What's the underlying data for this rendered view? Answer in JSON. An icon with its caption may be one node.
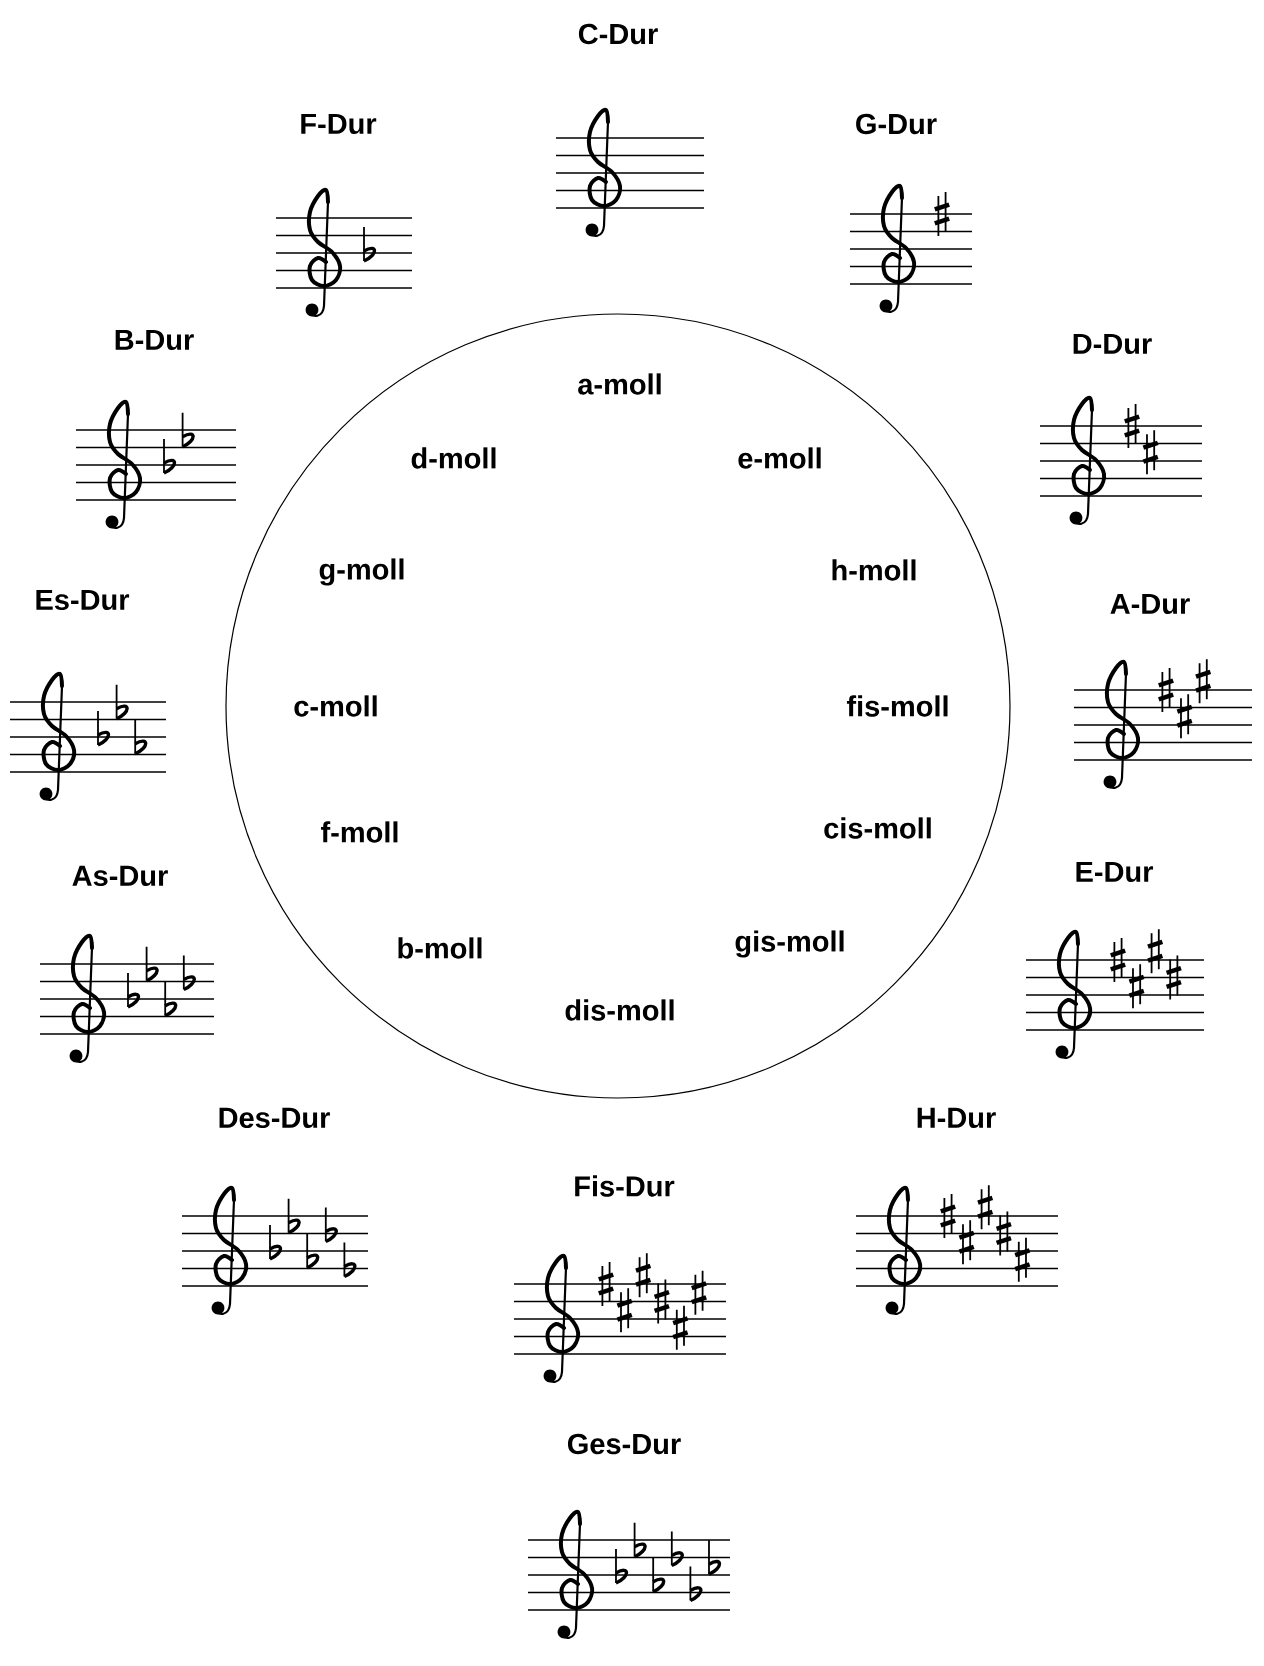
{
  "diagram": {
    "nodes": [
      {
        "text": [
          "a-moll",
          "d-moll",
          "e-moll",
          "g-moll",
          "h-moll",
          "c-moll",
          "fis-moll",
          "f-moll",
          "cis-moll",
          "b-moll",
          "gis-moll",
          "dis-moll"
        ]
      }
    ],
    "labels": [
      "C-Dur",
      "F-Dur",
      "G-Dur",
      "B-Dur",
      "D-Dur",
      "Es-Dur",
      "A-Dur",
      "As-Dur",
      "E-Dur",
      "Des-Dur",
      "H-Dur",
      "Fis-Dur",
      "Ges-Dur"
    ]
  }
}
